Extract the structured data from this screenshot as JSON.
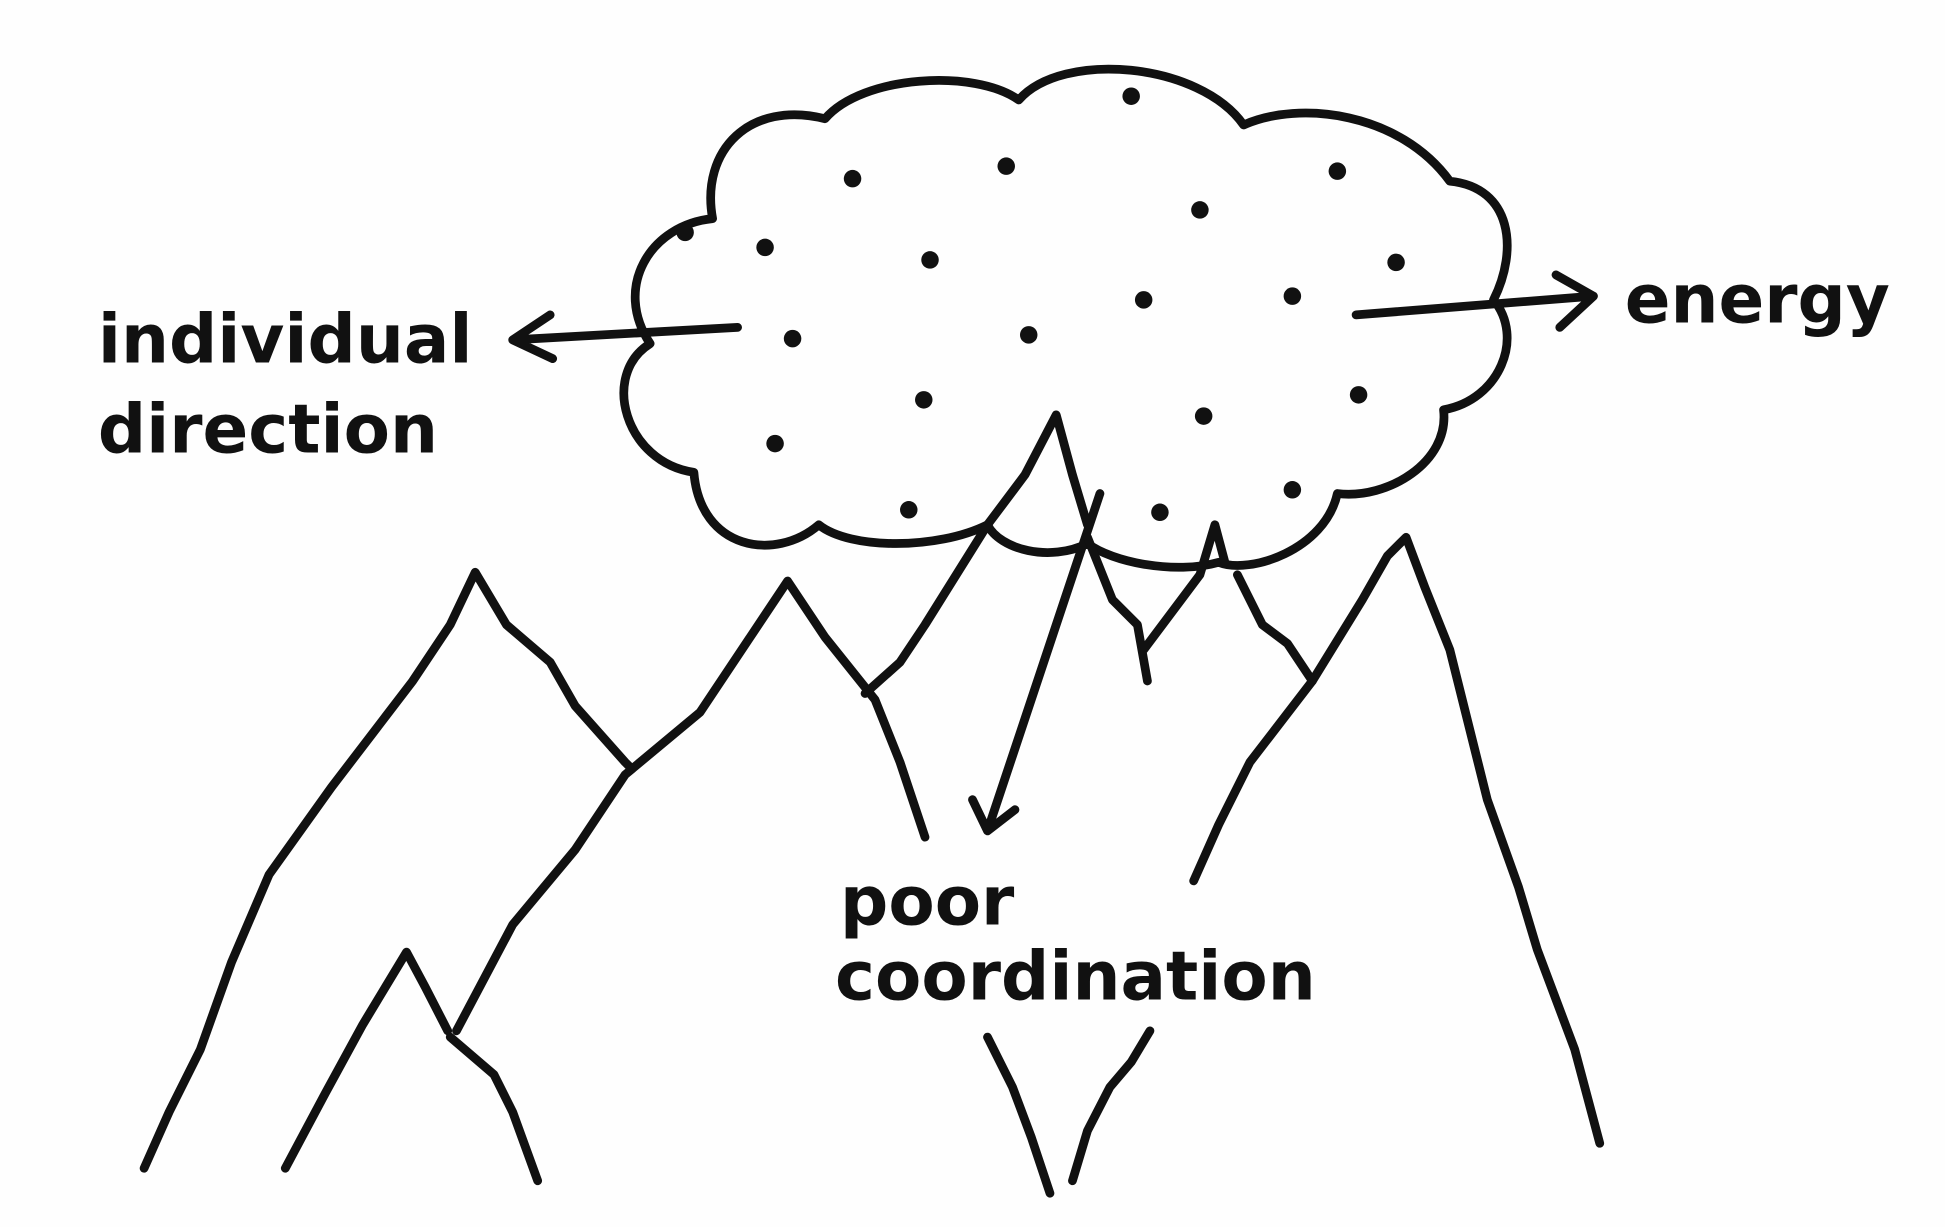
{
  "labels": {
    "individual_direction_line1": "individual",
    "individual_direction_line2": "direction",
    "energy": "energy",
    "poor_coordination_line1": "poor",
    "poor_coordination_line2": "coordination"
  },
  "colors": {
    "ink": "#111111",
    "paper": "#fefefe"
  }
}
